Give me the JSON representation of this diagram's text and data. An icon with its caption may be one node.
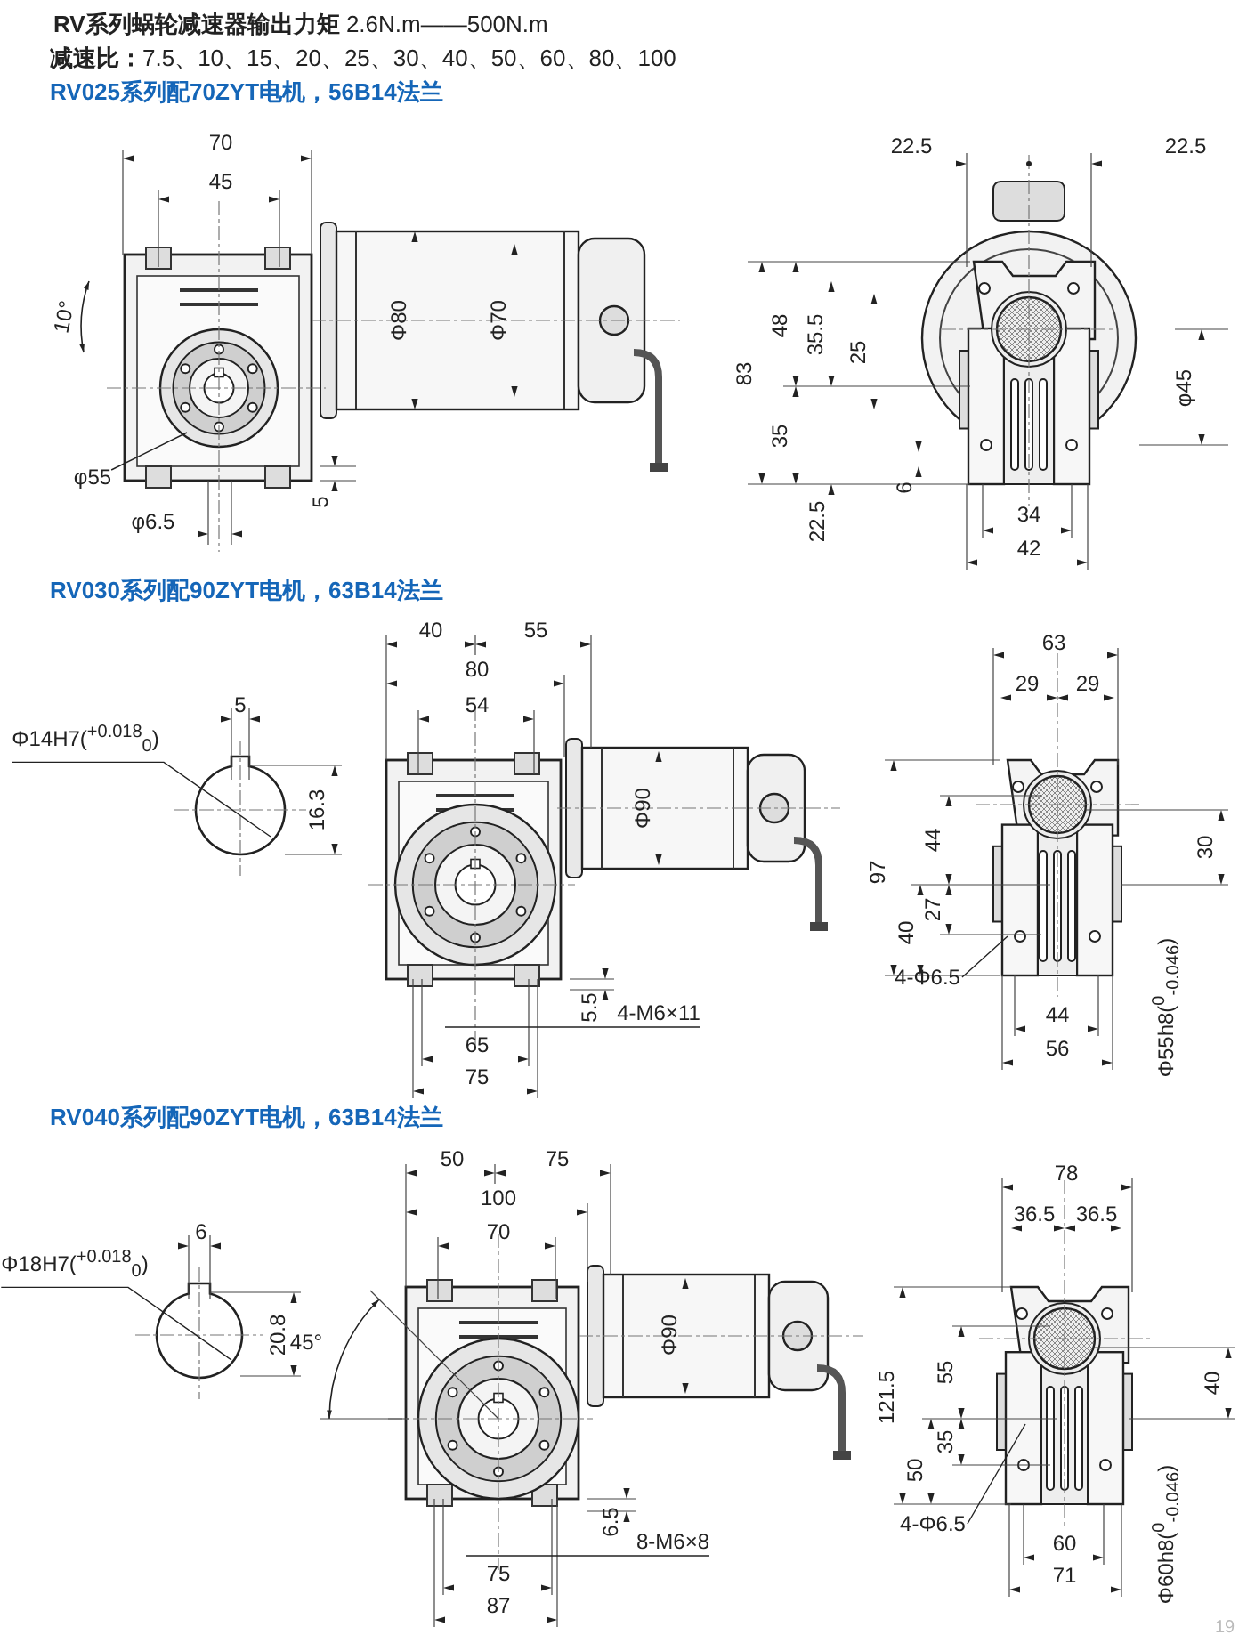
{
  "diagram": {
    "title": "**RV系列蜗轮减速器输出力矩** 2.6N.m——500N.m",
    "nodes": [
      {
        "text": [
          "φ55"
        ]
      },
      {
        "text": [
          "Φ14H7($^{+0.018}$$_{0}$)"
        ]
      },
      {
        "text": [
          "4-M6×11"
        ]
      },
      {
        "text": [
          "4-Φ6.5"
        ]
      },
      {
        "text": [
          "Φ18H7($^{+0.018}$$_{0}$)"
        ]
      },
      {
        "text": [
          "8-M6×8"
        ]
      },
      {
        "text": [
          "4-Φ6.5"
        ]
      }
    ],
    "edges": [
      {
        "from": 0,
        "to": null,
        "arrow": "none"
      },
      {
        "from": 1,
        "to": null,
        "arrow": "none"
      },
      {
        "from": 2,
        "to": null,
        "arrow": "none"
      },
      {
        "from": 3,
        "to": null,
        "arrow": "none"
      },
      {
        "from": 4,
        "to": null,
        "arrow": "none"
      },
      {
        "from": 5,
        "to": null,
        "arrow": "none"
      },
      {
        "from": 6,
        "to": null,
        "arrow": "none"
      }
    ],
    "labels": [
      "**减速比：**7.5、10、15、20、25、30、40、50、60、80、100",
      "RV025系列配70ZYT电机，56B14法兰",
      "70",
      "45",
      "10°",
      "Φ80",
      "Φ70",
      "φ6.5",
      "5",
      "22.5",
      "22.5",
      "83",
      "48",
      "35.5",
      "25",
      "35",
      "22.5",
      "6",
      "φ45",
      "34",
      "42",
      "RV030系列配90ZYT电机，63B14法兰",
      "5",
      "16.3",
      "40",
      "55",
      "80",
      "54",
      "Φ90",
      "5.5",
      "65",
      "75",
      "63",
      "29",
      "29",
      "97",
      "44",
      "27",
      "40",
      "30",
      "44",
      "56",
      "Φ55h8($^{0}$$_{-0.046}$)",
      "RV040系列配90ZYT电机，63B14法兰",
      "6",
      "20.8",
      "45°",
      "50",
      "75",
      "100",
      "70",
      "Φ90",
      "6.5",
      "75",
      "87",
      "78",
      "36.5",
      "36.5",
      "121.5",
      "55",
      "35",
      "50",
      "40",
      "60",
      "71",
      "Φ60h8($^{0}$$_{-0.046}$)",
      "19"
    ]
  }
}
